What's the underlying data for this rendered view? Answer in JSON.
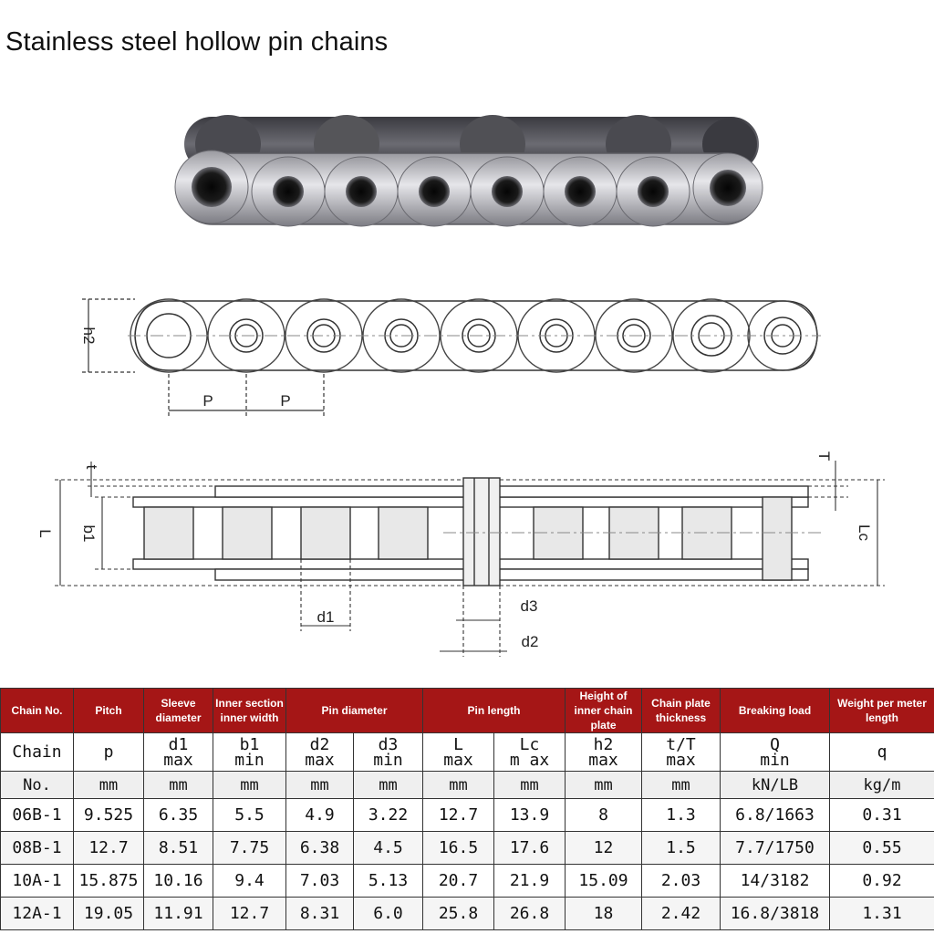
{
  "title": "Stainless steel hollow pin chains",
  "diagram_labels": {
    "h2": "h2",
    "p1": "P",
    "p2": "P",
    "t": "t",
    "T": "T",
    "L": "L",
    "b1": "b1",
    "Lc": "Lc",
    "d1": "d1",
    "d3": "d3",
    "d2": "d2"
  },
  "table": {
    "headers": [
      "Chain No.",
      "Pitch",
      "Sleeve diameter",
      "Inner section inner width",
      "Pin diameter",
      "Pin length",
      "Height of inner chain plate",
      "Chain plate thickness",
      "Breaking load",
      "Weight per meter length"
    ],
    "chain_label": "Chain",
    "no_label": "No.",
    "symbols": [
      "p",
      "d1",
      "b1",
      "d2",
      "d3",
      "L",
      "Lc",
      "h2",
      "t/T",
      "Q",
      "q"
    ],
    "limits": [
      "",
      "max",
      "min",
      "max",
      "min",
      "max",
      "m ax",
      "max",
      "max",
      "min",
      ""
    ],
    "units": [
      "mm",
      "mm",
      "mm",
      "mm",
      "mm",
      "mm",
      "mm",
      "mm",
      "mm",
      "kN/LB",
      "kg/m"
    ],
    "rows": [
      [
        "06B-1",
        "9.525",
        "6.35",
        "5.5",
        "4.9",
        "3.22",
        "12.7",
        "13.9",
        "8",
        "1.3",
        "6.8/1663",
        "0.31"
      ],
      [
        "08B-1",
        "12.7",
        "8.51",
        "7.75",
        "6.38",
        "4.5",
        "16.5",
        "17.6",
        "12",
        "1.5",
        "7.7/1750",
        "0.55"
      ],
      [
        "10A-1",
        "15.875",
        "10.16",
        "9.4",
        "7.03",
        "5.13",
        "20.7",
        "21.9",
        "15.09",
        "2.03",
        "14/3182",
        "0.92"
      ],
      [
        "12A-1",
        "19.05",
        "11.91",
        "12.7",
        "8.31",
        "6.0",
        "25.8",
        "26.8",
        "18",
        "2.42",
        "16.8/3818",
        "1.31"
      ]
    ]
  }
}
